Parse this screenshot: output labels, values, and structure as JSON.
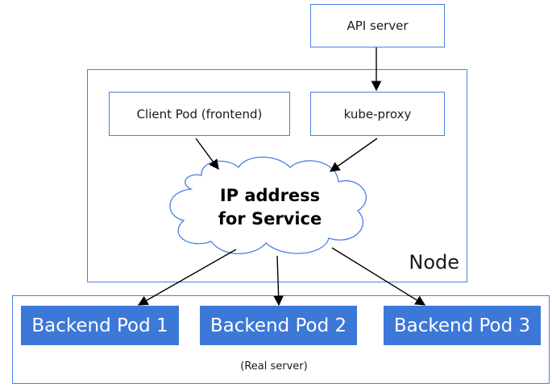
{
  "diagram": {
    "api_server": "API server",
    "node_label": "Node",
    "client_pod": "Client Pod (frontend)",
    "kube_proxy": "kube-proxy",
    "service_ip_line1": "IP address",
    "service_ip_line2": "for Service",
    "real_server_label": "(Real server)",
    "backend_pods": [
      "Backend Pod 1",
      "Backend Pod 2",
      "Backend Pod 3"
    ]
  },
  "colors": {
    "border": "#4a7fe6",
    "pod_fill": "#3c78d8",
    "text": "#1a1a1a"
  }
}
